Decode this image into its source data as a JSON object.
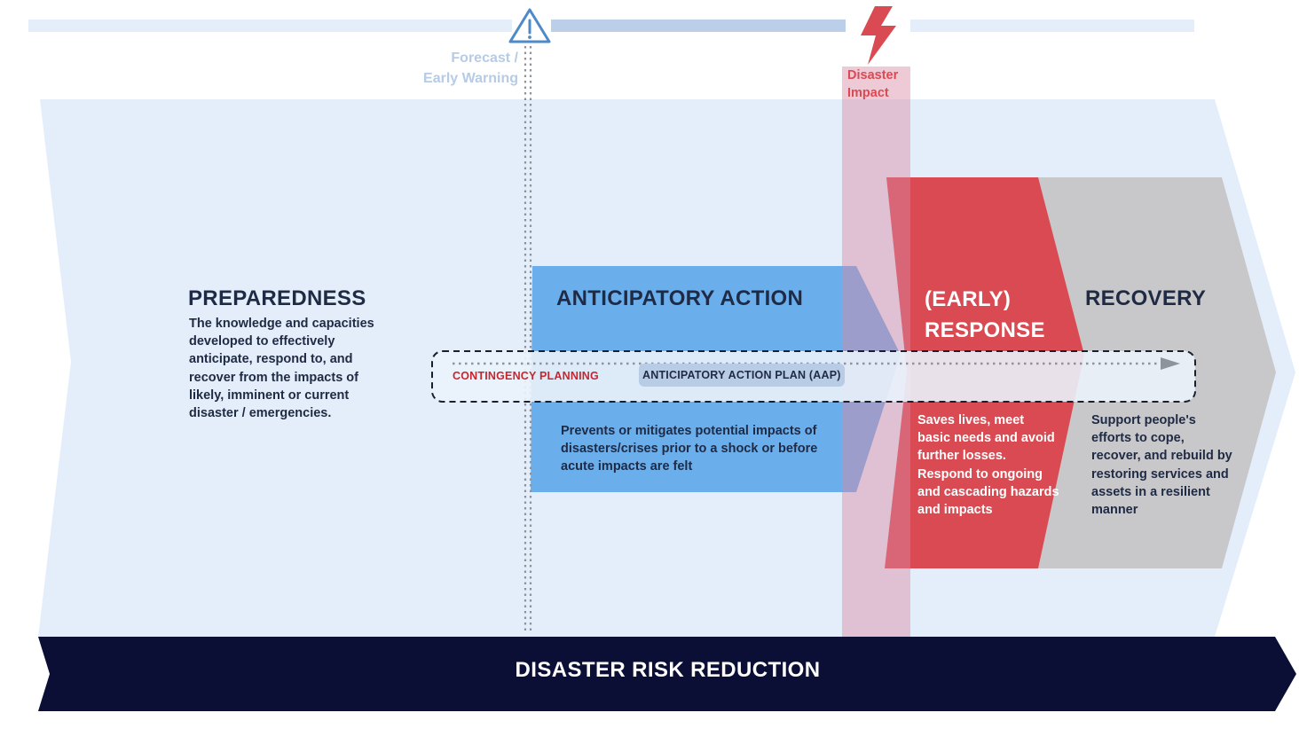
{
  "forecast": {
    "line1": "Forecast /",
    "line2": "Early Warning",
    "icon": "warning-triangle-icon"
  },
  "disaster": {
    "line1": "Disaster",
    "line2": "Impact",
    "icon": "lightning-bolt-icon"
  },
  "phases": {
    "preparedness": {
      "title": "PREPAREDNESS",
      "description": "The knowledge and capacities developed to effectively anticipate, respond to, and recover from the impacts of likely, imminent or current disaster / emergencies."
    },
    "anticipatory": {
      "title": "ANTICIPATORY ACTION",
      "description": "Prevents or mitigates potential impacts of disasters/crises prior to a shock or before acute impacts are felt"
    },
    "response": {
      "title_line1": "(EARLY)",
      "title_line2": "RESPONSE",
      "description": "Saves lives, meet basic needs and avoid further losses. Respond to ongoing and cascading hazards and impacts"
    },
    "recovery": {
      "title": "RECOVERY",
      "description": "Support people's efforts to cope, recover, and rebuild by restoring services and assets in a resilient manner"
    }
  },
  "planning": {
    "contingency": "CONTINGENCY PLANNING",
    "aap": "ANTICIPATORY ACTION PLAN (AAP)"
  },
  "drr": {
    "label": "DISASTER RISK REDUCTION"
  },
  "colors": {
    "background_arrow": "#e3eefa",
    "anticipatory_blue": "#6aaeec",
    "response_red": "#d94a52",
    "recovery_gray": "#c8c8ca",
    "impact_pink": "#e3aabb",
    "drr_navy": "#0b0f36"
  }
}
